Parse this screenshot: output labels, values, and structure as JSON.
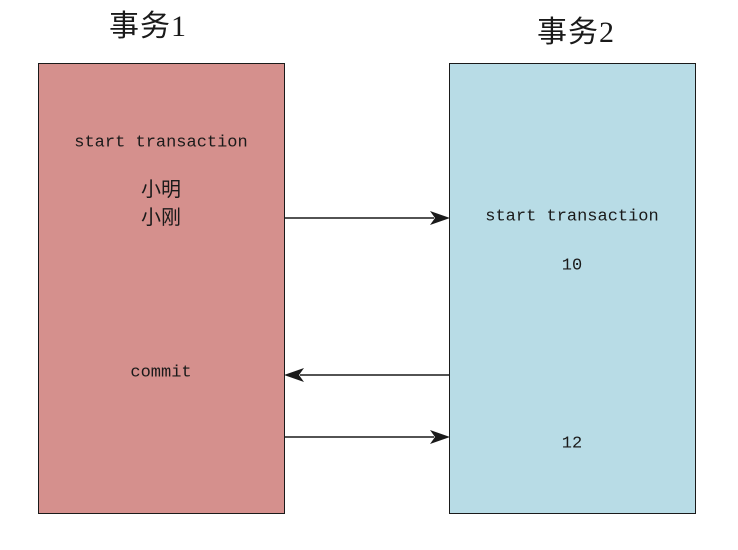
{
  "diagram": {
    "background_color": "#ffffff",
    "stroke_color": "#1a1a1a",
    "transaction1": {
      "title": "事务1",
      "box_color": "#d5908d",
      "lines": {
        "start": "start transaction",
        "name1": "小明",
        "name2": "小刚",
        "commit": "commit"
      }
    },
    "transaction2": {
      "title": "事务2",
      "box_color": "#b8dce6",
      "lines": {
        "start": "start transaction",
        "value1": "10",
        "value2": "12"
      }
    },
    "arrows": [
      {
        "id": "arrow-1",
        "from": "transaction1",
        "to": "transaction2",
        "direction": "right"
      },
      {
        "id": "arrow-2",
        "from": "transaction2",
        "to": "transaction1",
        "direction": "left"
      },
      {
        "id": "arrow-3",
        "from": "transaction1",
        "to": "transaction2",
        "direction": "right"
      }
    ]
  }
}
